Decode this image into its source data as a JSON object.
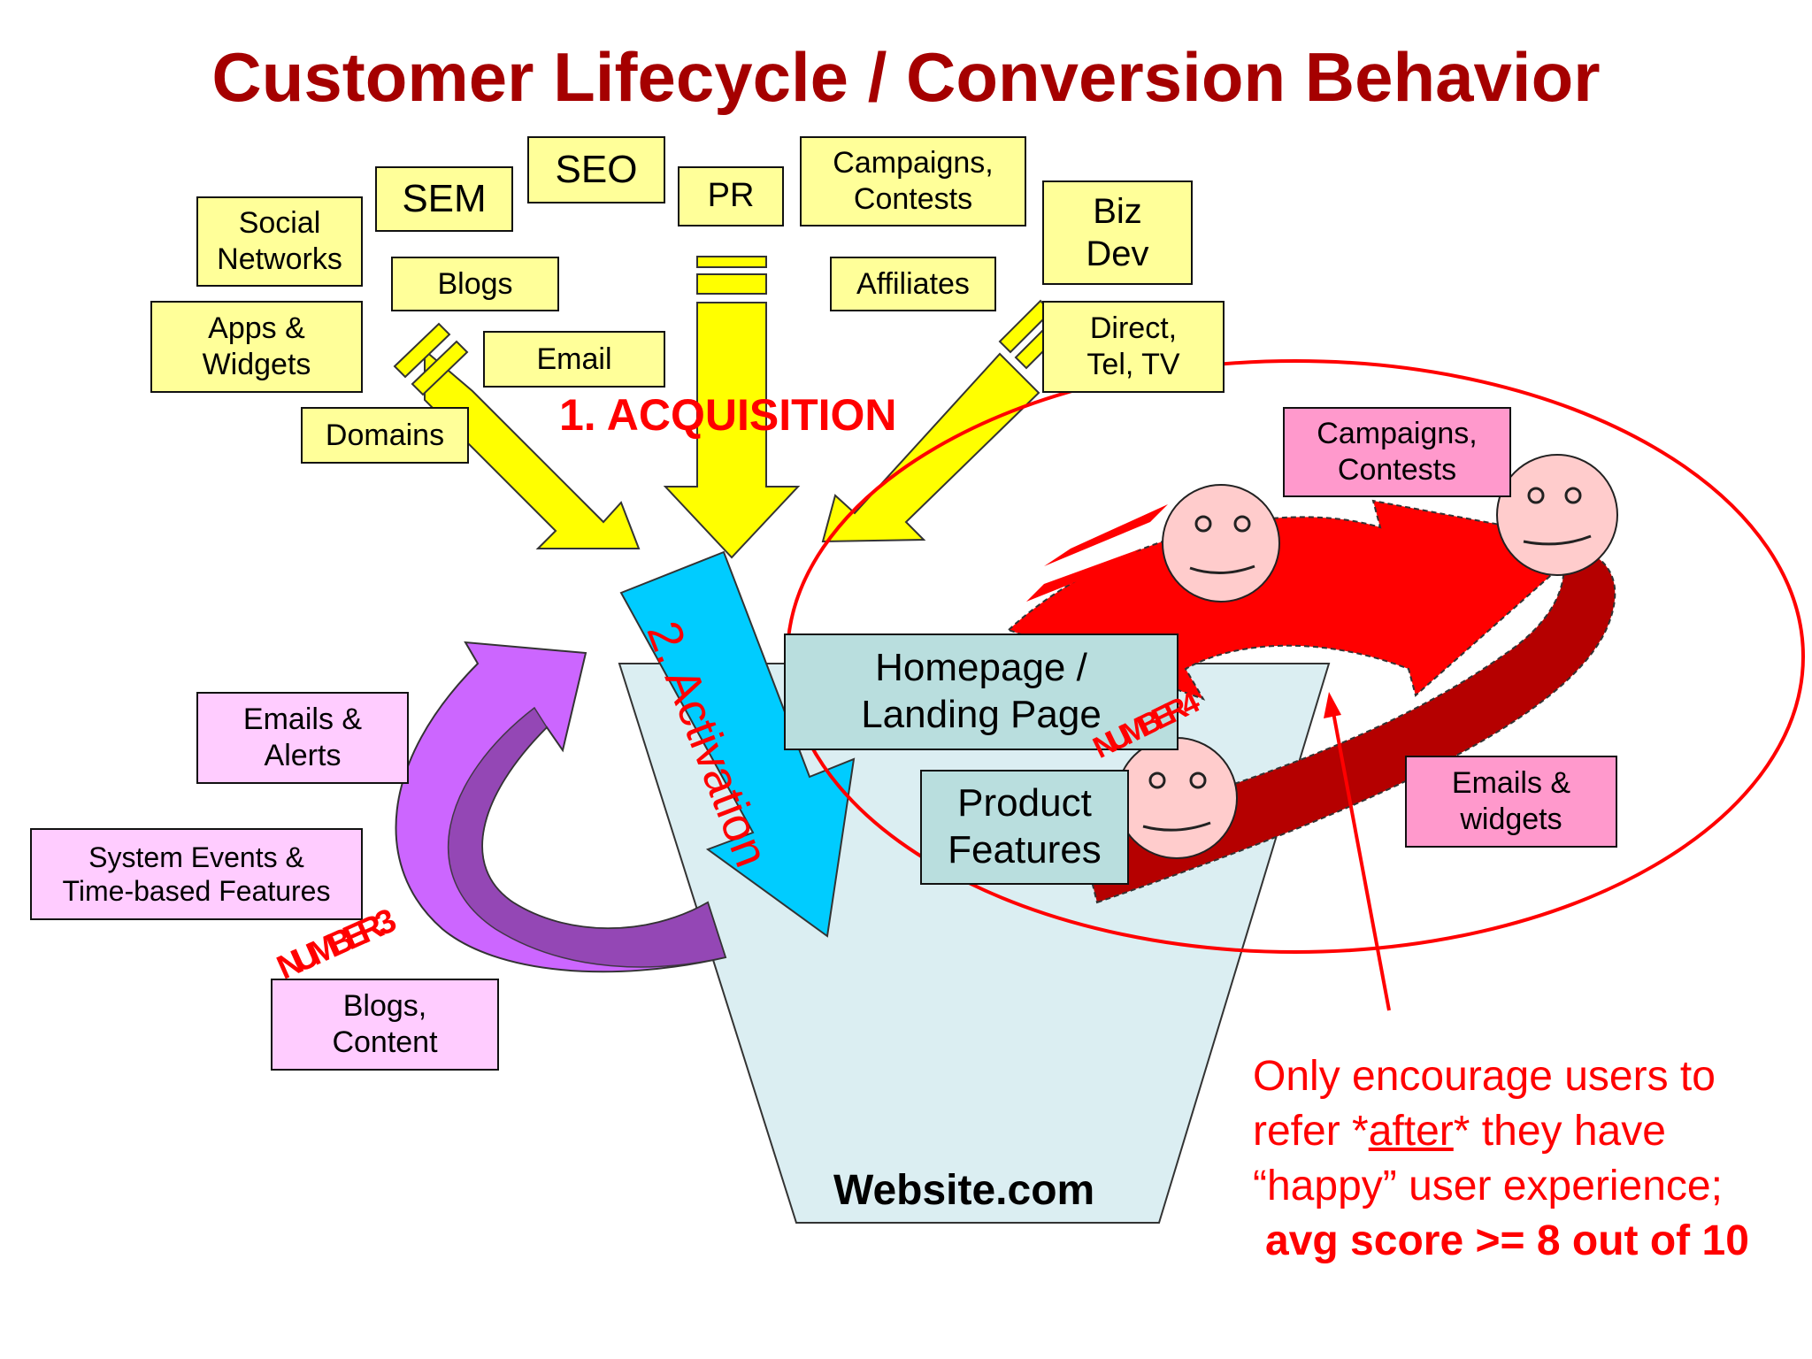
{
  "title": "Customer Lifecycle / Conversion Behavior",
  "acquisition": {
    "label": "1. ACQUISITION",
    "sources": [
      "Social\nNetworks",
      "SEM",
      "SEO",
      "PR",
      "Campaigns,\nContests",
      "Biz\nDev",
      "Blogs",
      "Affiliates",
      "Apps &\nWidgets",
      "Email",
      "Direct,\nTel, TV",
      "Domains"
    ]
  },
  "activation": {
    "label": "2. Activation"
  },
  "funnel": {
    "label": "Website.com",
    "pages": [
      "Homepage /\nLanding Page",
      "Product\nFeatures"
    ]
  },
  "retention": {
    "label": "NUMBER 3",
    "channels": [
      "Emails &\nAlerts",
      "System Events &\nTime-based Features",
      "Blogs,\nContent"
    ]
  },
  "referral": {
    "label": "NUMBER 4",
    "channels": [
      "Campaigns,\nContests",
      "Emails &\nwidgets"
    ]
  },
  "note": {
    "line1": "Only encourage users to",
    "line2_before": "refer *",
    "line2_underlined": "after",
    "line2_after": "* they have",
    "line3": "“happy” user experience;",
    "line4": "avg score >= 8 out of 10"
  },
  "colors": {
    "title": "#a50000",
    "accent_red": "#ff0000",
    "acquisition_arrows": "#ffff00",
    "activation_arrow": "#00ccff",
    "retention_arrow": "#cc66ff",
    "referral_arrow": "#ff0000",
    "funnel": "#dbeef2"
  }
}
